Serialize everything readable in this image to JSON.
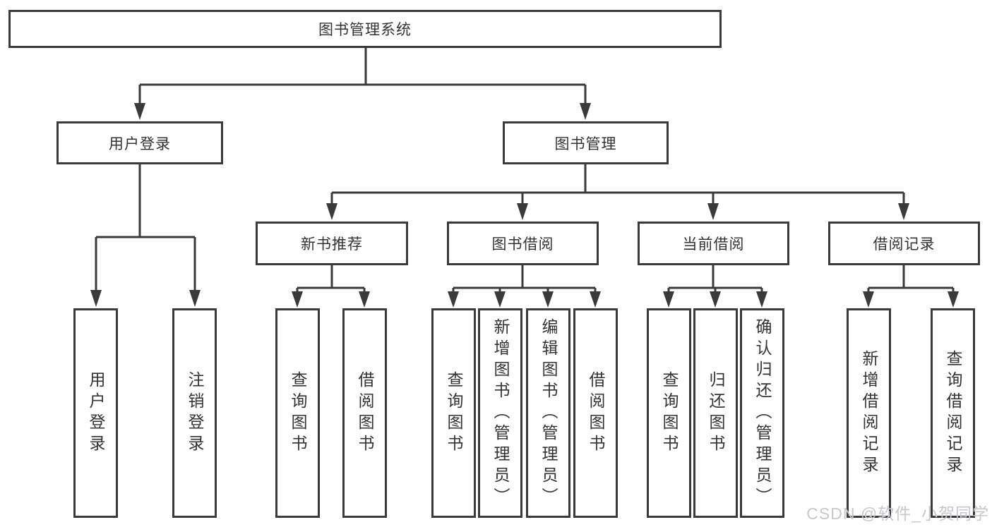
{
  "diagram": {
    "title_node": {
      "label": "图书管理系统"
    },
    "level2": [
      {
        "label": "用户登录"
      },
      {
        "label": "图书管理"
      }
    ],
    "level3": [
      {
        "label": "新书推荐"
      },
      {
        "label": "图书借阅"
      },
      {
        "label": "当前借阅"
      },
      {
        "label": "借阅记录"
      }
    ],
    "leaves": [
      {
        "label": "用户登录",
        "parent": "用户登录"
      },
      {
        "label": "注销登录",
        "parent": "用户登录"
      },
      {
        "label": "查询图书",
        "parent": "新书推荐"
      },
      {
        "label": "借阅图书",
        "parent": "新书推荐"
      },
      {
        "label": "查询图书",
        "parent": "图书借阅"
      },
      {
        "label": "新增图书（管理员）",
        "parent": "图书借阅"
      },
      {
        "label": "编辑图书（管理员）",
        "parent": "图书借阅"
      },
      {
        "label": "借阅图书",
        "parent": "图书借阅"
      },
      {
        "label": "查询图书",
        "parent": "当前借阅"
      },
      {
        "label": "归还图书",
        "parent": "当前借阅"
      },
      {
        "label": "确认归还（管理员）",
        "parent": "当前借阅"
      },
      {
        "label": "新增借阅记录",
        "parent": "借阅记录"
      },
      {
        "label": "查询借阅记录",
        "parent": "借阅记录"
      }
    ]
  },
  "watermark": {
    "text": "CSDN @软件_小贺同学"
  },
  "colors": {
    "line": "#3a3a3a",
    "text": "#333333",
    "watermark_text": "#c6c8cb",
    "background": "#ffffff"
  }
}
